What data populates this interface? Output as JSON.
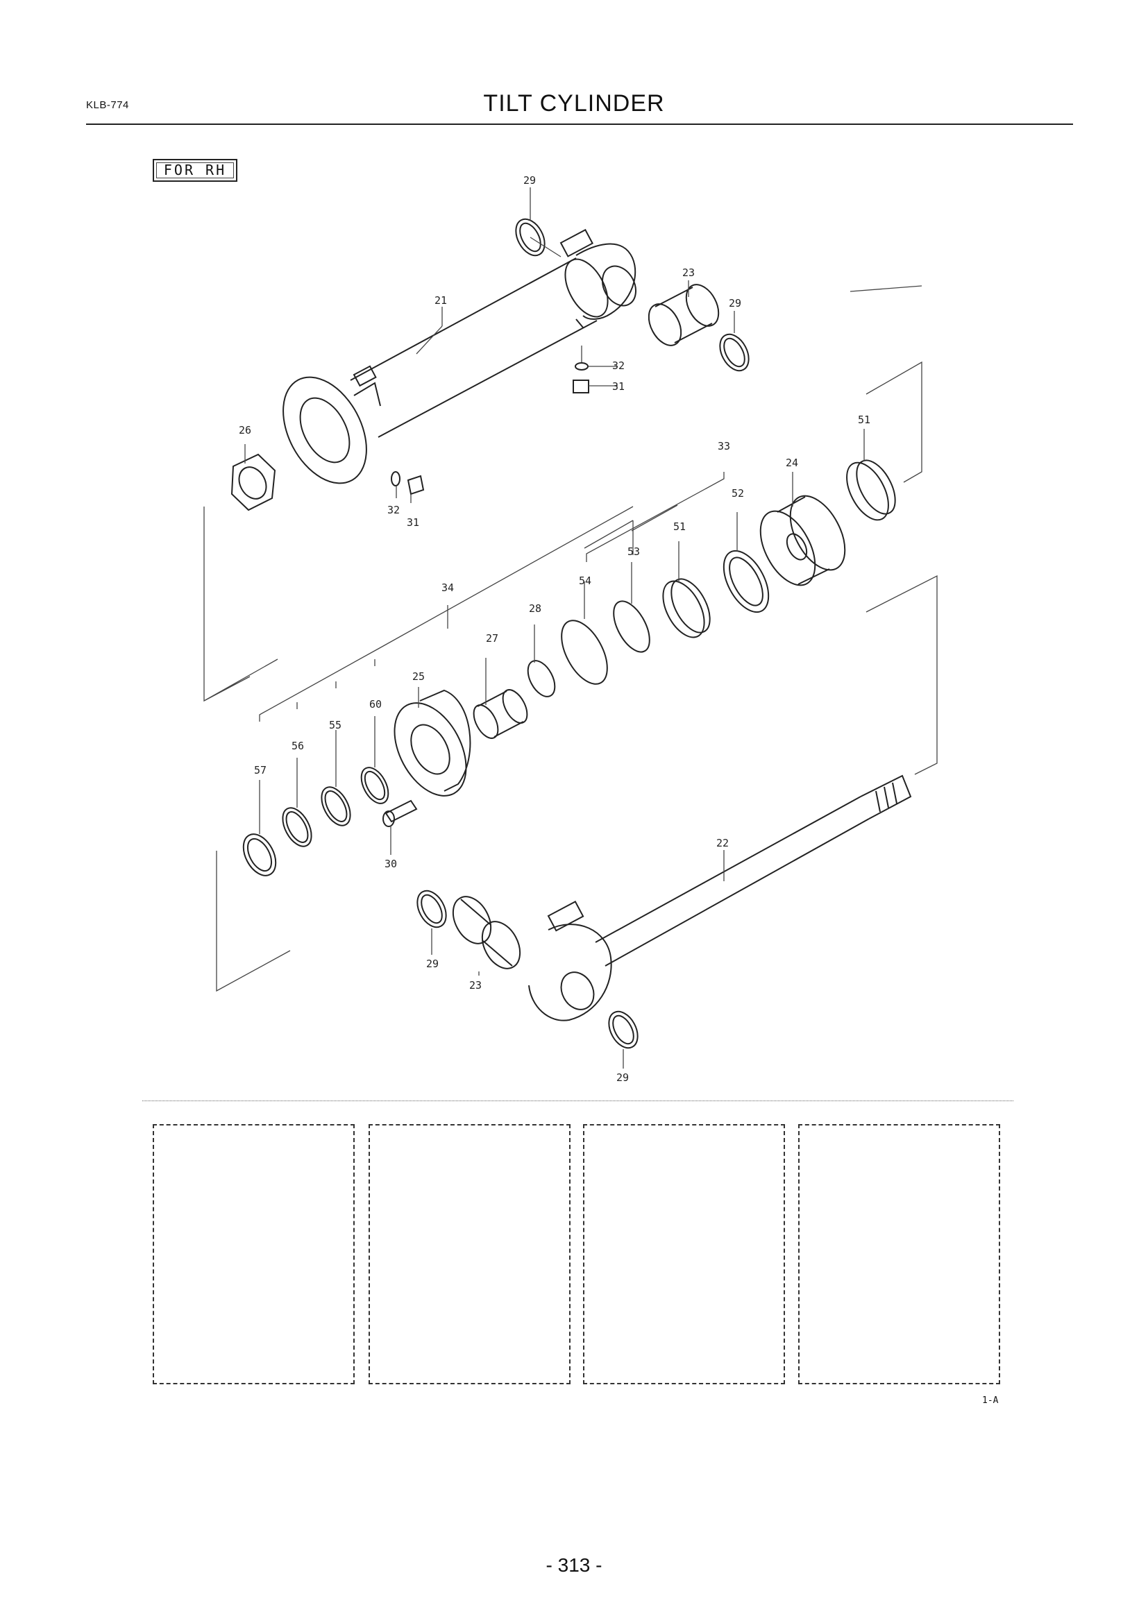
{
  "header": {
    "doc_code": "KLB-774",
    "title": "TILT CYLINDER"
  },
  "variant": "FOR RH",
  "callouts": [
    "29",
    "21",
    "23",
    "29",
    "32",
    "31",
    "26",
    "32",
    "31",
    "33",
    "51",
    "24",
    "52",
    "51",
    "53",
    "54",
    "34",
    "28",
    "27",
    "25",
    "60",
    "55",
    "56",
    "57",
    "30",
    "22",
    "29",
    "23",
    "29"
  ],
  "sheet_code": "1-A",
  "page_number": "- 313 -"
}
